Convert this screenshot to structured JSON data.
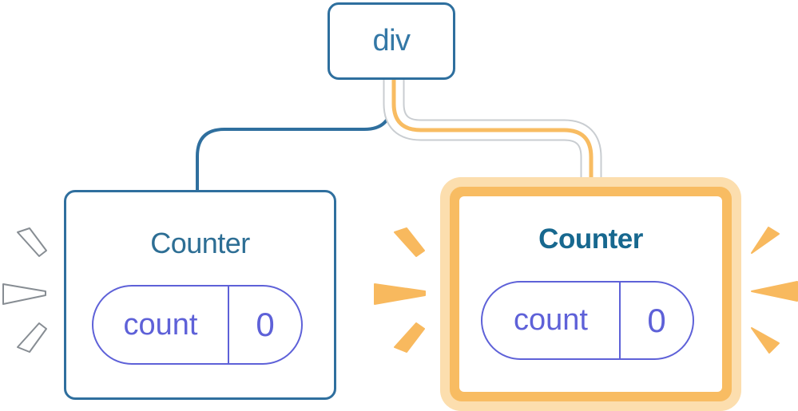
{
  "diagram": {
    "root": {
      "label": "div"
    },
    "children": [
      {
        "title": "Counter",
        "pill": {
          "key": "count",
          "value": "0"
        },
        "highlighted": false
      },
      {
        "title": "Counter",
        "pill": {
          "key": "count",
          "value": "0"
        },
        "highlighted": true
      }
    ]
  },
  "colors": {
    "node_border_blue": "#2f6f9e",
    "node_text_blue": "#3478a6",
    "title_blue": "#2d6e94",
    "title_highlight_blue": "#17688f",
    "state_purple": "#5e61d8",
    "highlight_orange": "#f8bc62",
    "highlight_peach": "#fcdeae",
    "burst_orange": "#f8b95e",
    "edge_casing_white": "#ffffff",
    "edge_fringe_gray": "#c9cdd1",
    "background": "#ffffff"
  }
}
